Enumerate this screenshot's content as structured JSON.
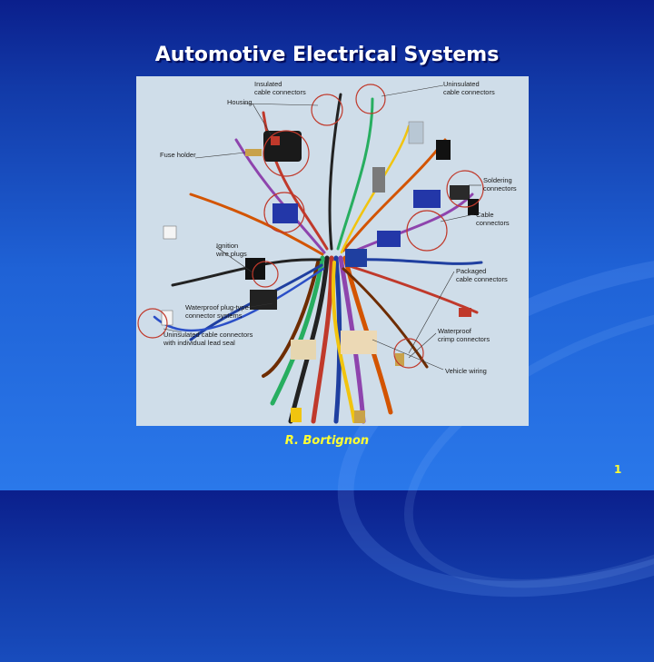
{
  "slide": {
    "title": "Automotive Electrical Systems",
    "author": "R. Bortignon",
    "page_number": "1"
  },
  "figure": {
    "labels": {
      "insulated": "Insulated\ncable connectors",
      "uninsulated": "Uninsulated\ncable connectors",
      "housing": "Housing",
      "fuse_holder": "Fuse holder",
      "soldering": "Soldering\nconnectors",
      "cable": "Cable\nconnectors",
      "ignition": "Ignition\nwire plugs",
      "packaged": "Packaged\ncable connectors",
      "waterproof_plug": "Waterproof plug-type\nconnector systems",
      "uninsulated_seal": "Uninsulated cable connectors\nwith individual lead seal",
      "waterproof_crimp": "Waterproof\ncrimp connectors",
      "vehicle_wiring": "Vehicle wiring"
    }
  },
  "colors": {
    "accent_text": "#ffff33",
    "title_text": "#ffffff",
    "figure_bg": "#cfdde9",
    "highlight_circle": "#c0392b"
  }
}
